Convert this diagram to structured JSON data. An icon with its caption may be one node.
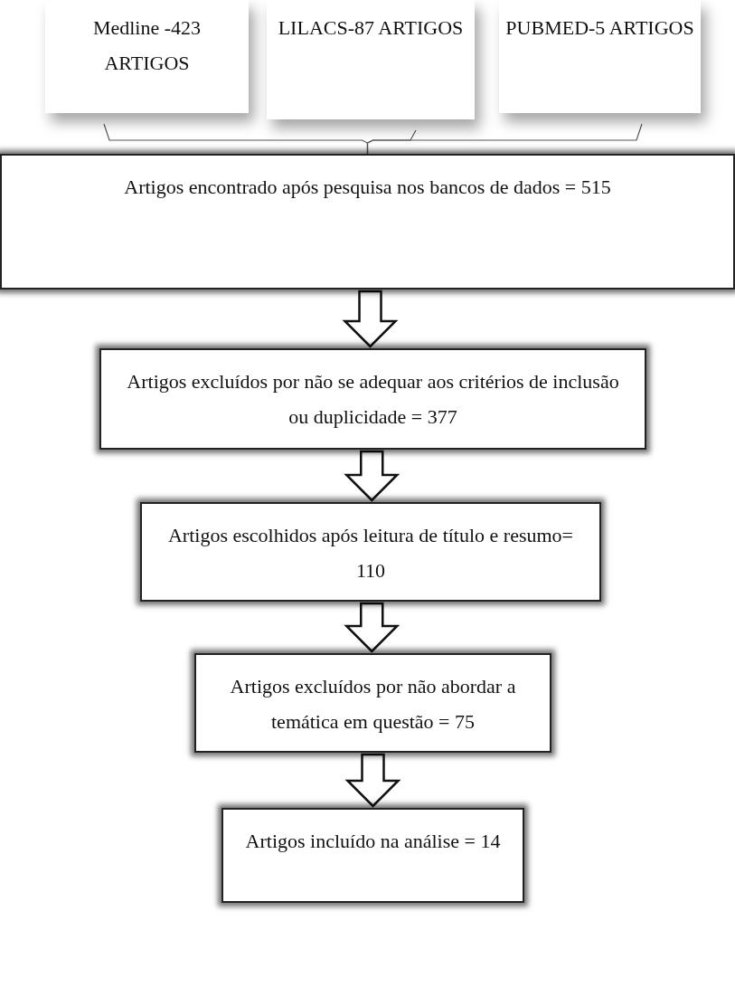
{
  "diagram": {
    "nodes": [
      {
        "text": [
          "Medline -423 ARTIGOS"
        ]
      },
      {
        "text": [
          "LILACS-87 ARTIGOS"
        ]
      },
      {
        "text": [
          "PUBMED-5 ARTIGOS"
        ]
      },
      {
        "text": [
          "Artigos encontrado após pesquisa nos bancos de dados = 515"
        ]
      },
      {
        "text": [
          "Artigos excluídos por não se adequar aos critérios de inclusão ou duplicidade = 377"
        ]
      },
      {
        "text": [
          "Artigos escolhidos após leitura de título e resumo= 110"
        ]
      },
      {
        "text": [
          "Artigos excluídos por não abordar a temática em questão = 75"
        ]
      },
      {
        "text": [
          "Artigos incluído na análise = 14"
        ]
      }
    ],
    "edges": [
      {
        "from": 0,
        "to": 3,
        "arrow": "none"
      },
      {
        "from": 1,
        "to": 3,
        "arrow": "none"
      },
      {
        "from": 2,
        "to": 3,
        "arrow": "none"
      },
      {
        "from": 3,
        "to": 4,
        "arrow": "to",
        "style": "thick"
      },
      {
        "from": 4,
        "to": 5,
        "arrow": "to",
        "style": "thick"
      },
      {
        "from": 5,
        "to": 6,
        "arrow": "to",
        "style": "thick"
      },
      {
        "from": 6,
        "to": 7,
        "arrow": "to",
        "style": "thick"
      }
    ]
  }
}
